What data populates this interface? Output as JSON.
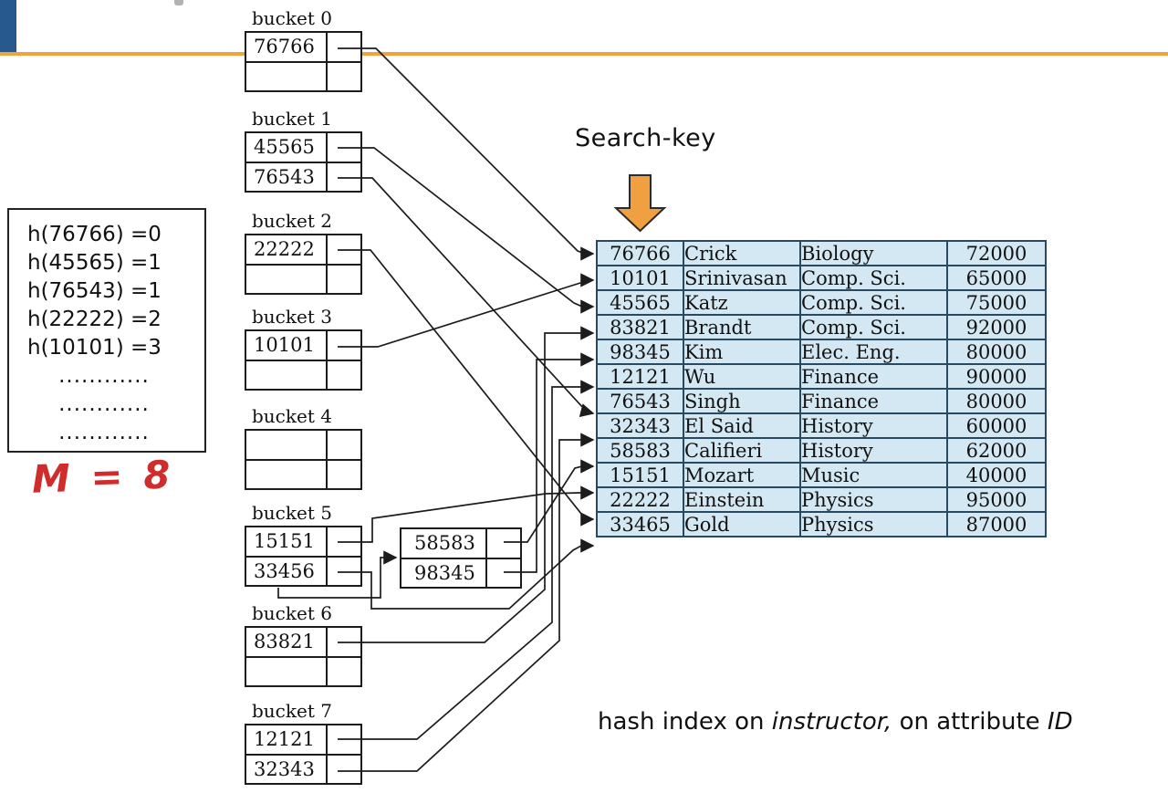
{
  "colors": {
    "accent_bar": "#27598C",
    "header_rule": "#F2A23C",
    "block_arrow_fill": "#F0A040",
    "table_fill": "#d3e8f2",
    "table_border": "#274a62",
    "m_label_red": "#D02C2C"
  },
  "hash_box": {
    "lines": [
      "h(76766) =0",
      "h(45565) =1",
      "h(76543) =1",
      "h(22222) =2",
      "h(10101) =3"
    ],
    "dots": [
      "............",
      "............",
      "............"
    ]
  },
  "m_label": "M = 8",
  "search_key_label": "Search-key",
  "buckets": [
    {
      "label": "bucket 0",
      "keys": [
        "76766",
        ""
      ]
    },
    {
      "label": "bucket 1",
      "keys": [
        "45565",
        "76543"
      ]
    },
    {
      "label": "bucket 2",
      "keys": [
        "22222",
        ""
      ]
    },
    {
      "label": "bucket 3",
      "keys": [
        "10101",
        ""
      ]
    },
    {
      "label": "bucket 4",
      "keys": [
        "",
        ""
      ]
    },
    {
      "label": "bucket 5",
      "keys": [
        "15151",
        "33456"
      ]
    },
    {
      "label": "bucket 6",
      "keys": [
        "83821",
        ""
      ]
    },
    {
      "label": "bucket 7",
      "keys": [
        "12121",
        "32343"
      ]
    }
  ],
  "overflow_bucket": {
    "keys": [
      "58583",
      "98345"
    ]
  },
  "table": {
    "rows": [
      [
        "76766",
        "Crick",
        "Biology",
        "72000"
      ],
      [
        "10101",
        "Srinivasan",
        "Comp. Sci.",
        "65000"
      ],
      [
        "45565",
        "Katz",
        "Comp. Sci.",
        "75000"
      ],
      [
        "83821",
        "Brandt",
        "Comp. Sci.",
        "92000"
      ],
      [
        "98345",
        "Kim",
        "Elec. Eng.",
        "80000"
      ],
      [
        "12121",
        "Wu",
        "Finance",
        "90000"
      ],
      [
        "76543",
        "Singh",
        "Finance",
        "80000"
      ],
      [
        "32343",
        "El Said",
        "History",
        "60000"
      ],
      [
        "58583",
        "Califieri",
        "History",
        "62000"
      ],
      [
        "15151",
        "Mozart",
        "Music",
        "40000"
      ],
      [
        "22222",
        "Einstein",
        "Physics",
        "95000"
      ],
      [
        "33465",
        "Gold",
        "Physics",
        "87000"
      ]
    ]
  },
  "caption": {
    "p1": "hash index on ",
    "i1": "instructor,",
    "p2": " on attribute ",
    "i2": "ID"
  }
}
